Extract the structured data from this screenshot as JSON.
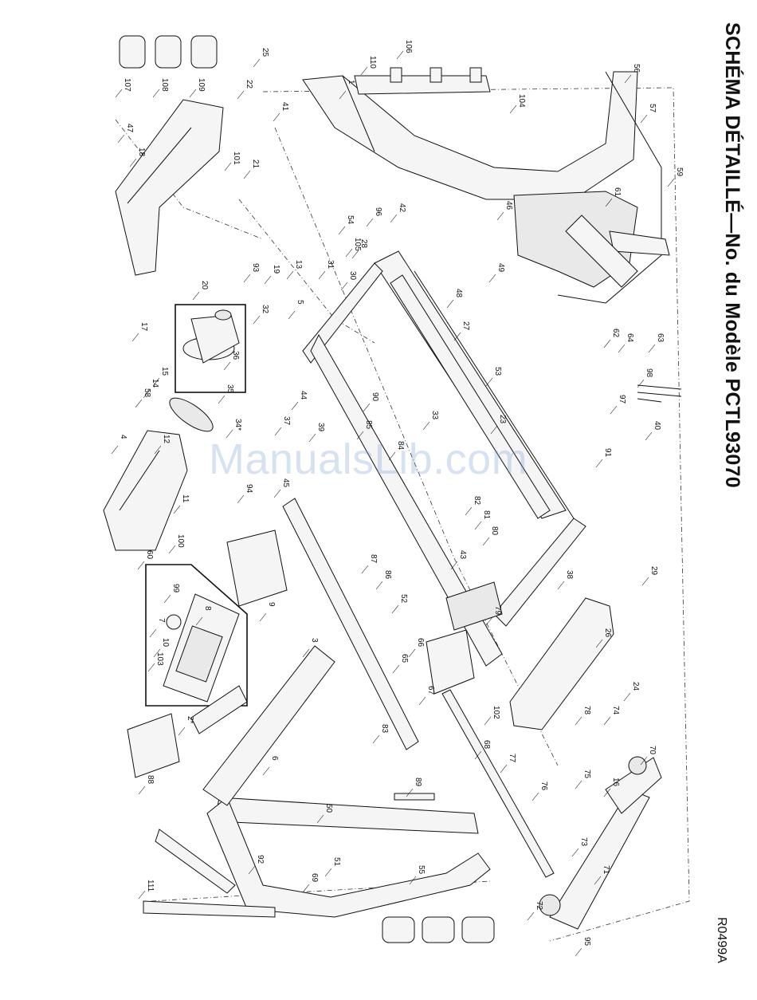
{
  "title": "SCHÉMA DÉTAILLÉ—No. du Modèle PCTL93070",
  "doc_code": "R0499A",
  "watermark": "ManualsLib.com",
  "parts": [
    "1",
    "2*",
    "3",
    "4",
    "5",
    "6",
    "7",
    "8",
    "9",
    "10",
    "11",
    "12",
    "13",
    "14",
    "15",
    "16",
    "17",
    "18",
    "19",
    "20",
    "21",
    "22",
    "23",
    "24",
    "25",
    "26",
    "27",
    "28",
    "29",
    "30",
    "31",
    "32",
    "33",
    "34*",
    "35",
    "36",
    "37",
    "38",
    "39",
    "40",
    "41",
    "42",
    "43",
    "44",
    "45",
    "46",
    "47",
    "48",
    "49",
    "50",
    "51",
    "52",
    "53",
    "54",
    "55",
    "56",
    "57",
    "58",
    "59",
    "60",
    "61",
    "62",
    "63",
    "64",
    "65",
    "66",
    "67",
    "68",
    "69",
    "70",
    "71",
    "72",
    "73",
    "74",
    "75",
    "76",
    "77",
    "78",
    "79",
    "80",
    "81",
    "82",
    "83",
    "84",
    "85",
    "86",
    "87",
    "88",
    "89",
    "90",
    "91",
    "92",
    "93",
    "94",
    "95",
    "96",
    "97",
    "98",
    "99",
    "100",
    "101",
    "102",
    "103",
    "104",
    "105",
    "106",
    "107",
    "108",
    "109",
    "110",
    "111"
  ]
}
